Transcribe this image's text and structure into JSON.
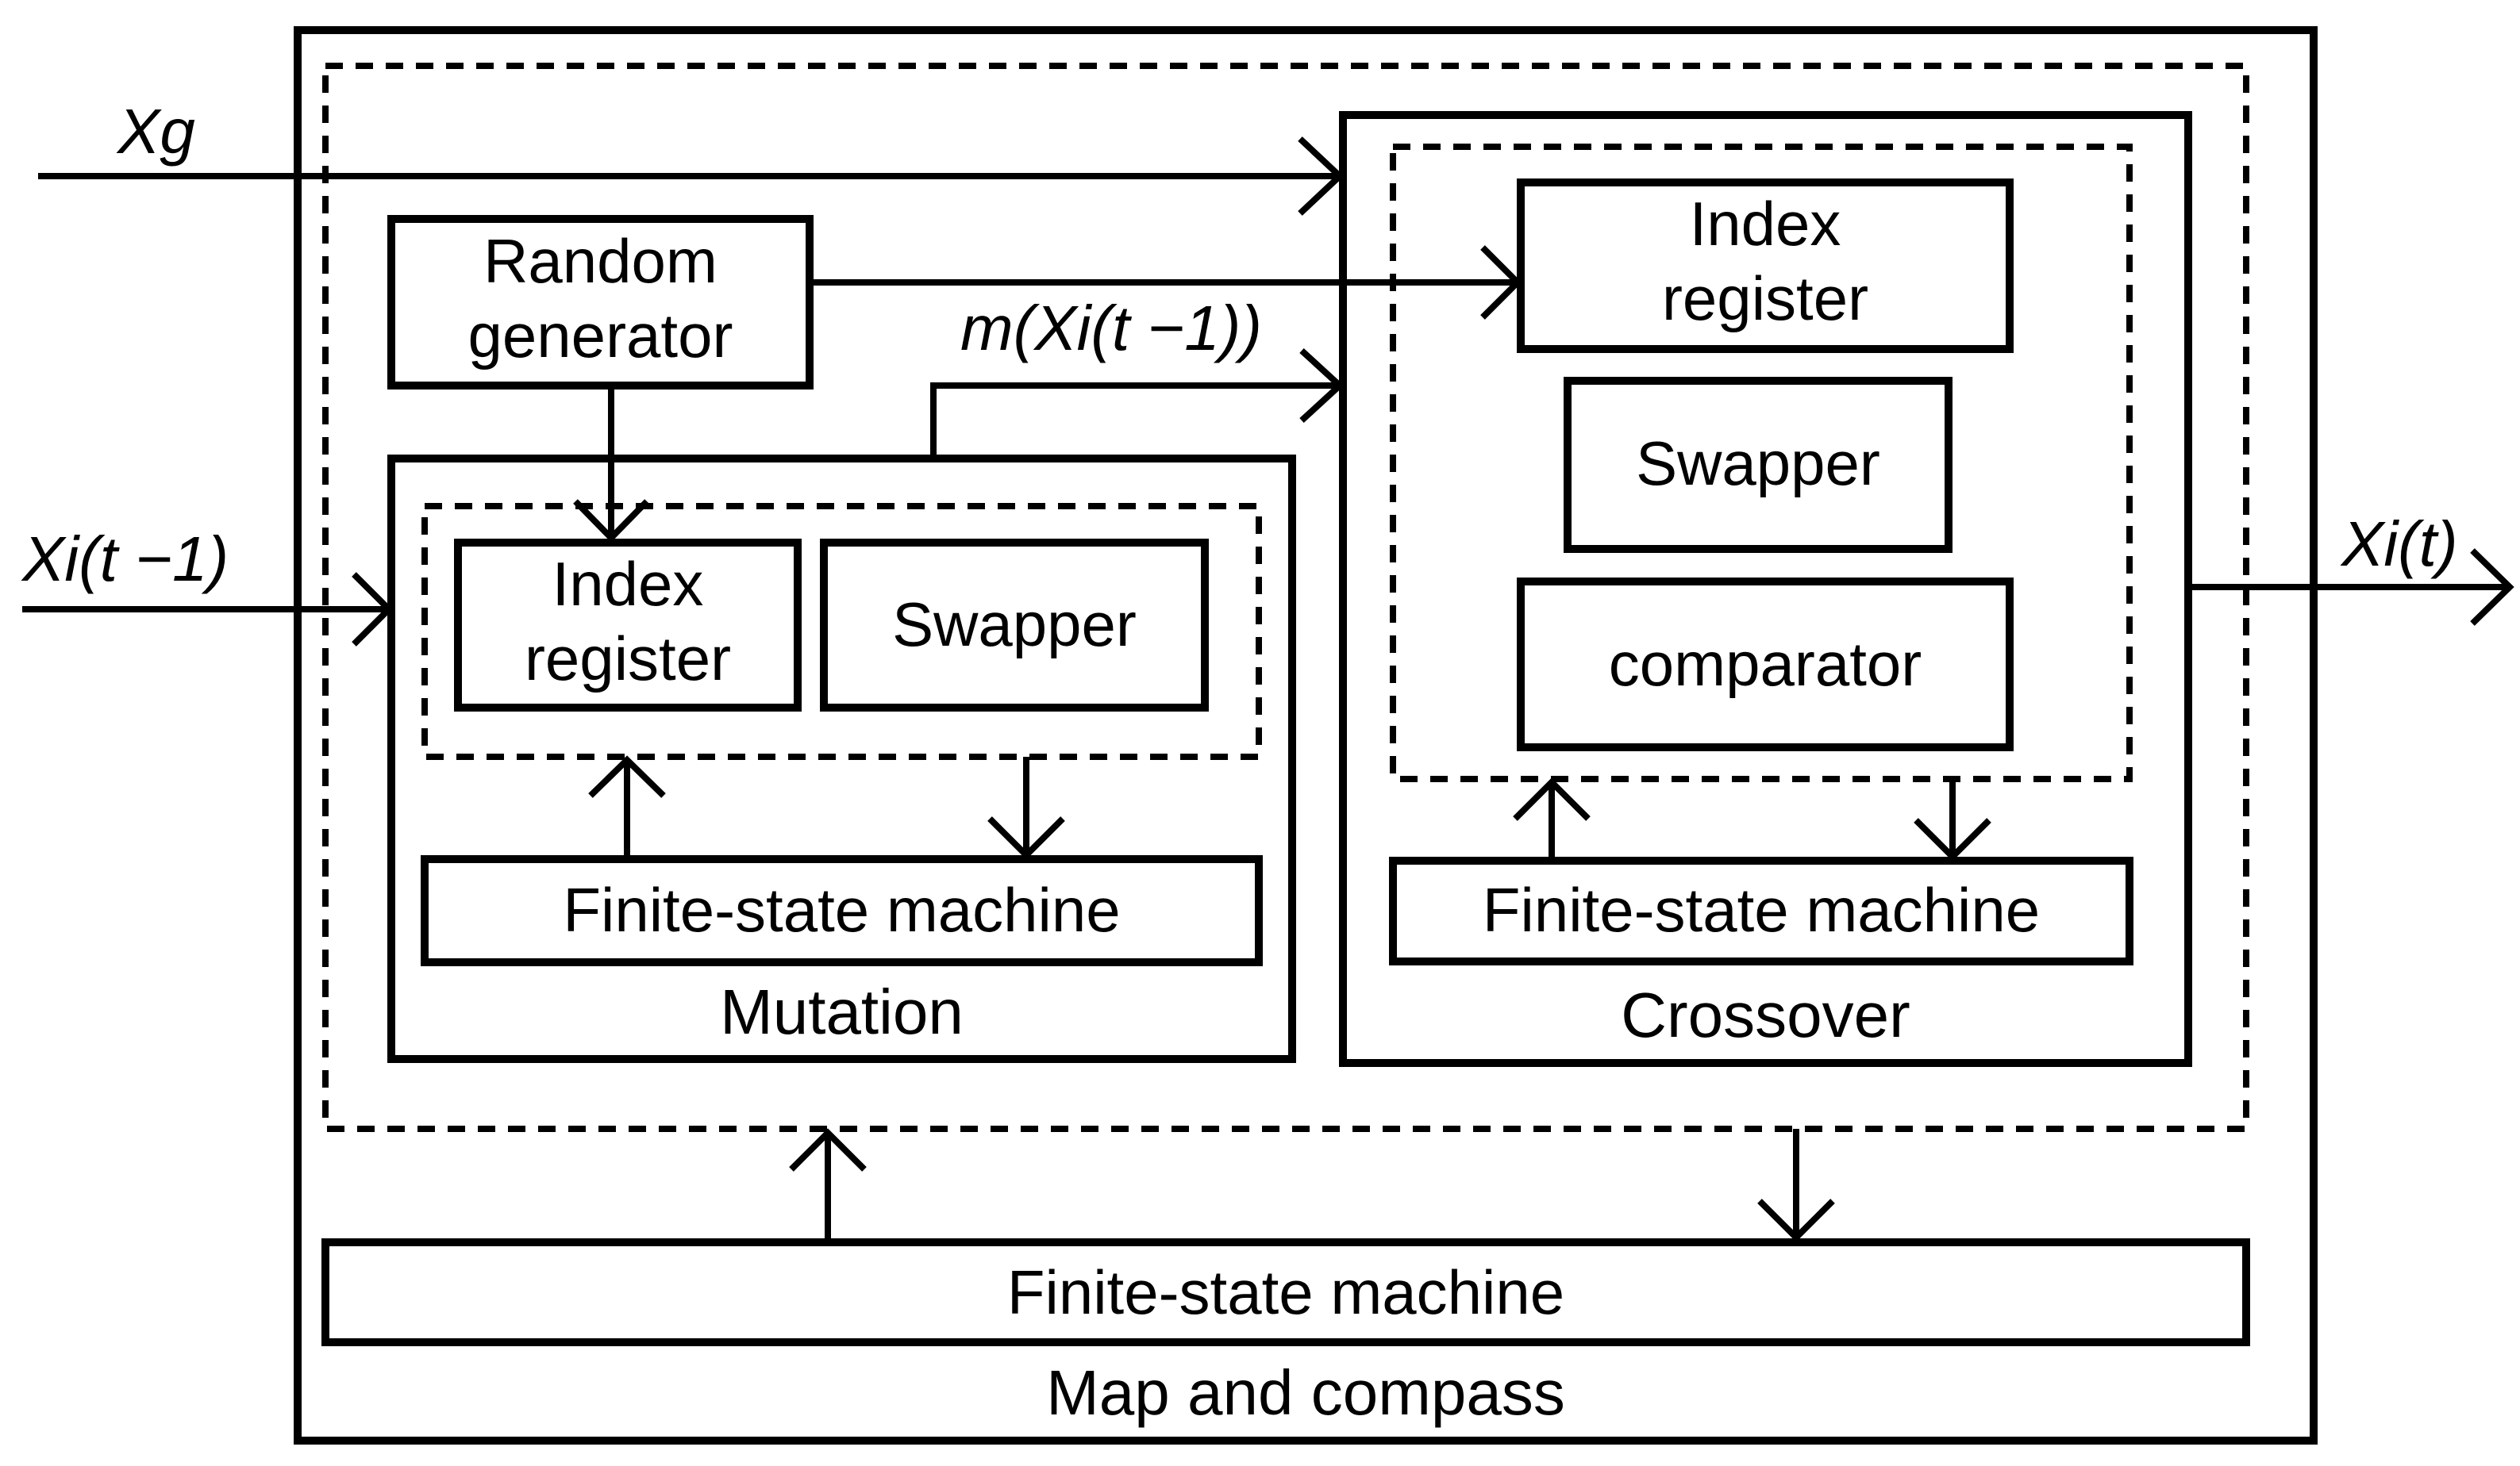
{
  "colors": {
    "stroke": "#000000",
    "background": "#ffffff"
  },
  "signals": {
    "xg": "Xg",
    "xi_prev": "Xi(t −1)",
    "xi_out": "Xi(t)",
    "mutation_out": "m(Xi(t −1))"
  },
  "blocks": {
    "random_generator": {
      "line1": "Random",
      "line2": "generator"
    },
    "mutation": {
      "title": "Mutation",
      "index_register": {
        "line1": "Index",
        "line2": "register"
      },
      "swapper": "Swapper",
      "fsm": "Finite-state machine"
    },
    "crossover": {
      "title": "Crossover",
      "index_register": {
        "line1": "Index",
        "line2": "register"
      },
      "swapper": "Swapper",
      "comparator": "comparator",
      "fsm": "Finite-state machine"
    },
    "map_compass": {
      "title": "Map and compass",
      "fsm": "Finite-state machine"
    }
  }
}
